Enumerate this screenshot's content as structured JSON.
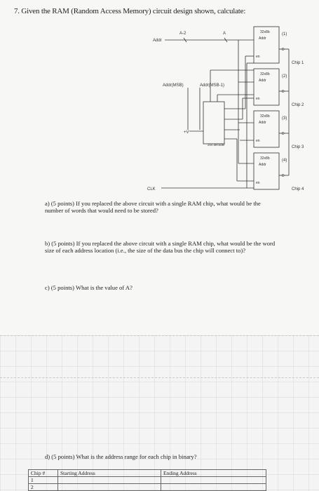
{
  "title": "7. Given the RAM (Random Access Memory) circuit design shown, calculate:",
  "diagram": {
    "addr_label": "Addr",
    "a2_label": "A-2",
    "a_label": "A",
    "msb_label": "Addr(MSB)",
    "msb1_label": "Addr(MSB-1)",
    "vcc_label": "+V",
    "decoder_label": "2x4 decoder",
    "clk_label": "CLK",
    "en_label": "en",
    "d_label": "D",
    "chips": [
      {
        "size": "32x8b",
        "addr": "Addr",
        "num": "(1)",
        "name": "Chip 1"
      },
      {
        "size": "32x8b",
        "addr": "Addr",
        "num": "(2)",
        "name": "Chip 2"
      },
      {
        "size": "32x8b",
        "addr": "Addr",
        "num": "(3)",
        "name": "Chip 3"
      },
      {
        "size": "32x8b",
        "addr": "Addr",
        "num": "(4)",
        "name": "Chip 4"
      }
    ]
  },
  "questions": {
    "a": "a) (5 points) If you replaced the above circuit with a single RAM chip, what would be the number of words that would need to be stored?",
    "b": "b) (5 points) If you replaced the above circuit with a single RAM chip, what would be the word size of each address location (i.e., the size of the data bus the chip will connect to)?",
    "c": "c) (5 points) What is the value of A?",
    "d": "d) (5 points) What is the address range for each chip in binary?"
  },
  "table": {
    "headers": [
      "Chip #",
      "Starting Address",
      "Ending Address"
    ],
    "rows": [
      [
        "1",
        "",
        ""
      ],
      [
        "2",
        "",
        ""
      ]
    ]
  }
}
